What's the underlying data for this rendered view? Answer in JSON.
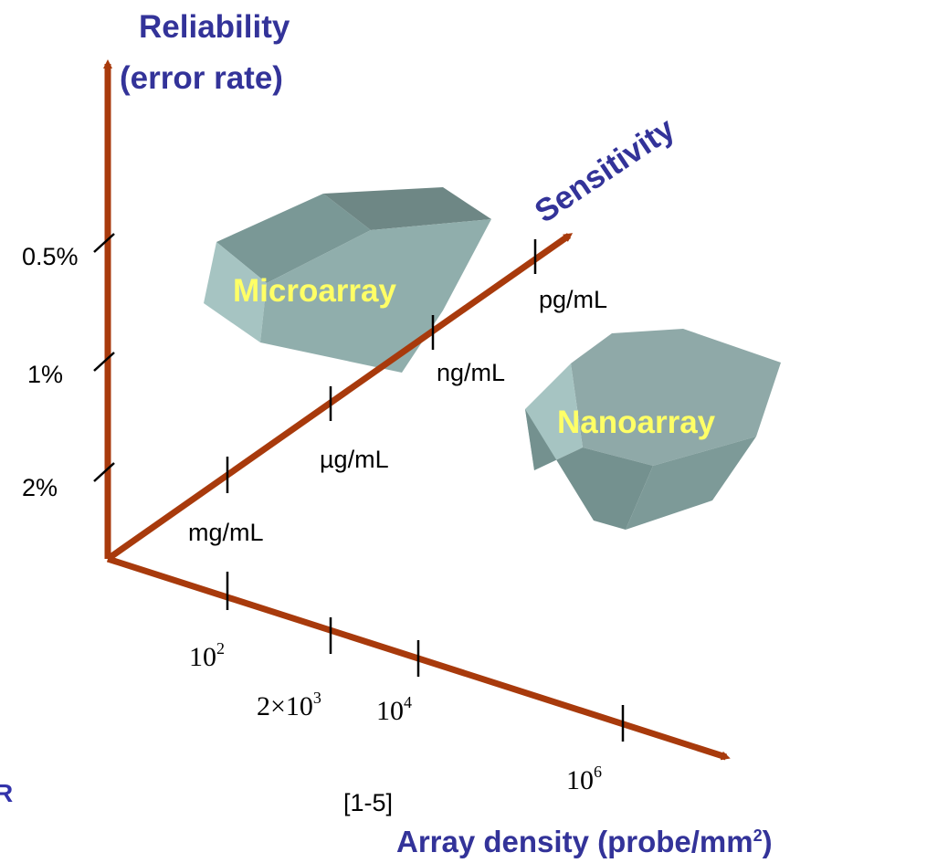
{
  "colors": {
    "axis": "#a83a0c",
    "title": "#333399",
    "shape_label": "#ffff66",
    "tick_label": "#000000"
  },
  "axes": {
    "reliability": {
      "title_line1": "Reliability",
      "title_line2": "(error rate)",
      "ticks": [
        "0.5%",
        "1%",
        "2%"
      ]
    },
    "sensitivity": {
      "title": "Sensitivity",
      "ticks": [
        "mg/mL",
        "µg/mL",
        "ng/mL",
        "pg/mL"
      ]
    },
    "density": {
      "title": "Array density (probe/mm",
      "title_sup": "2",
      "title_close": ")",
      "ticks": [
        {
          "base": "10",
          "exp": "2"
        },
        {
          "base": "2×10",
          "exp": "3"
        },
        {
          "base": "10",
          "exp": "4"
        },
        {
          "base": "10",
          "exp": "6"
        }
      ],
      "extra_label": "[1-5]"
    }
  },
  "shapes": {
    "microarray": "Microarray",
    "nanoarray": "Nanoarray"
  },
  "edge_fragment": "R"
}
